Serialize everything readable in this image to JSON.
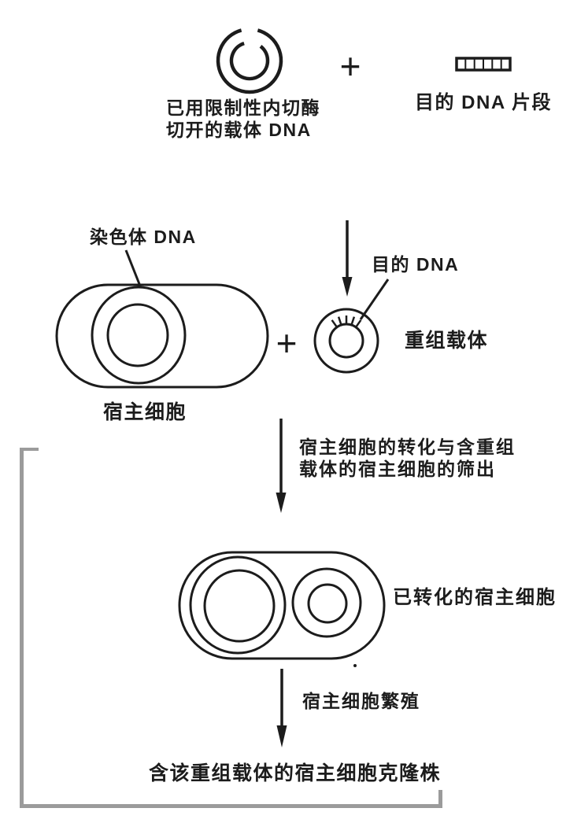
{
  "diagram": {
    "colors": {
      "ink": "#1c1c1c",
      "frame_gray": "#9b9b9b",
      "background": "#ffffff"
    },
    "labels": {
      "cut_vector_line1": "已用限制性内切酶",
      "cut_vector_line2": "切开的载体 DNA",
      "plus": "+",
      "target_fragment": "目的 DNA 片段",
      "chromosome_dna": "染色体 DNA",
      "host_cell": "宿主细胞",
      "target_dna": "目的 DNA",
      "recombinant_vector": "重组载体",
      "transform_step_line1": "宿主细胞的转化与含重组",
      "transform_step_line2": "载体的宿主细胞的筛出",
      "transformed_cell": "已转化的宿主细胞",
      "propagation_step": "宿主细胞繁殖",
      "clone_strain": "含该重组载体的宿主细胞克隆株"
    },
    "icons": {
      "cut_vector": "open-double-ring",
      "target_fragment_bar": "segmented-rectangle-6-cells",
      "host_cell": "capsule-with-double-ring",
      "recombinant_vector": "double-ring-with-insert-ticks",
      "transformed_cell": "capsule-with-two-double-rings",
      "flow_arrows": "down-arrow",
      "corner_frame": "gray-l-shaped-frame"
    }
  }
}
